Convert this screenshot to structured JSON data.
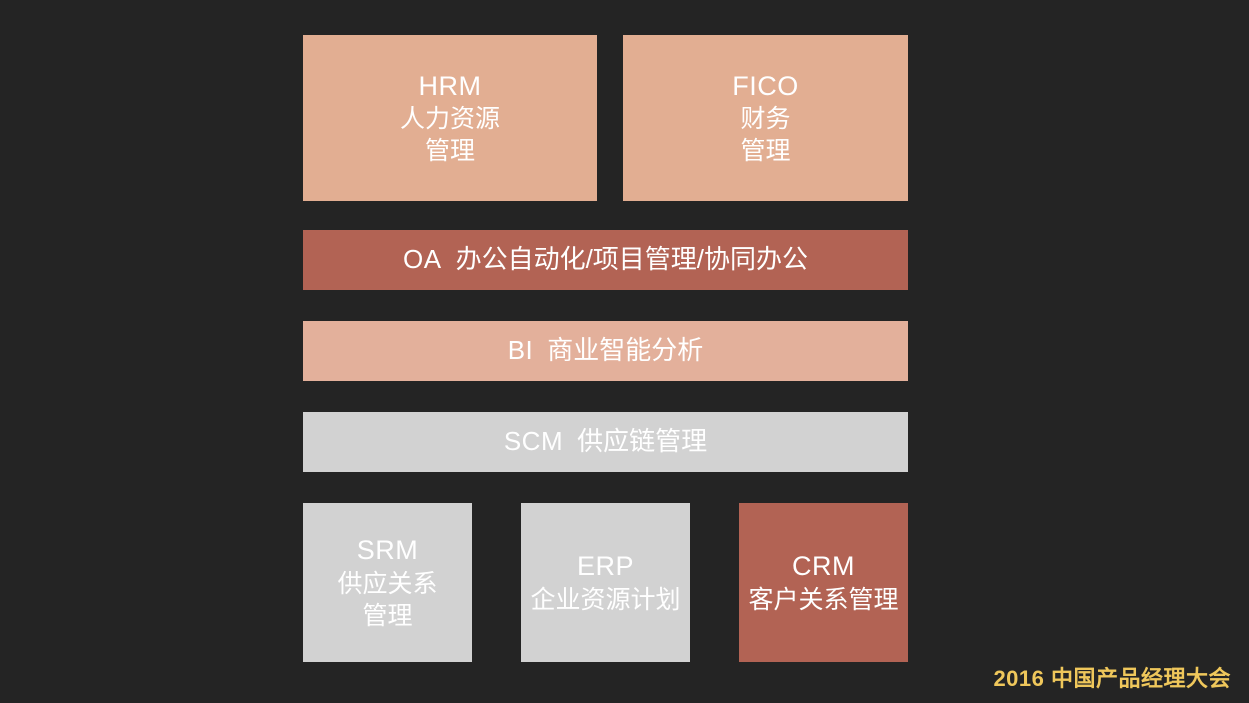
{
  "slide": {
    "background_color": "#242424",
    "palette": {
      "peach": "#E2AE92",
      "peach_light": "#E3B09B",
      "terracotta": "#B26354",
      "gray": "#D2D2D2",
      "text_white": "#FFFFFF",
      "watermark_gold": "#EFC75B"
    },
    "modules": {
      "hrm": {
        "code": "HRM",
        "desc_lines": [
          "人力资源",
          "管理"
        ],
        "color": "#E2AE92"
      },
      "fico": {
        "code": "FICO",
        "desc_lines": [
          "财务",
          "管理"
        ],
        "color": "#E2AE92"
      },
      "oa": {
        "code": "OA",
        "desc": "办公自动化/项目管理/协同办公",
        "color": "#B26354"
      },
      "bi": {
        "code": "BI",
        "desc": "商业智能分析",
        "color": "#E3B09B"
      },
      "scm": {
        "code": "SCM",
        "desc": "供应链管理",
        "color": "#D2D2D2"
      },
      "srm": {
        "code": "SRM",
        "desc_lines": [
          "供应关系",
          "管理"
        ],
        "color": "#D2D2D2"
      },
      "erp": {
        "code": "ERP",
        "desc_lines": [
          "企业资源计划"
        ],
        "color": "#D2D2D2"
      },
      "crm": {
        "code": "CRM",
        "desc_lines": [
          "客户关系管理"
        ],
        "color": "#B26354"
      }
    },
    "watermark": "2016 中国产品经理大会"
  }
}
